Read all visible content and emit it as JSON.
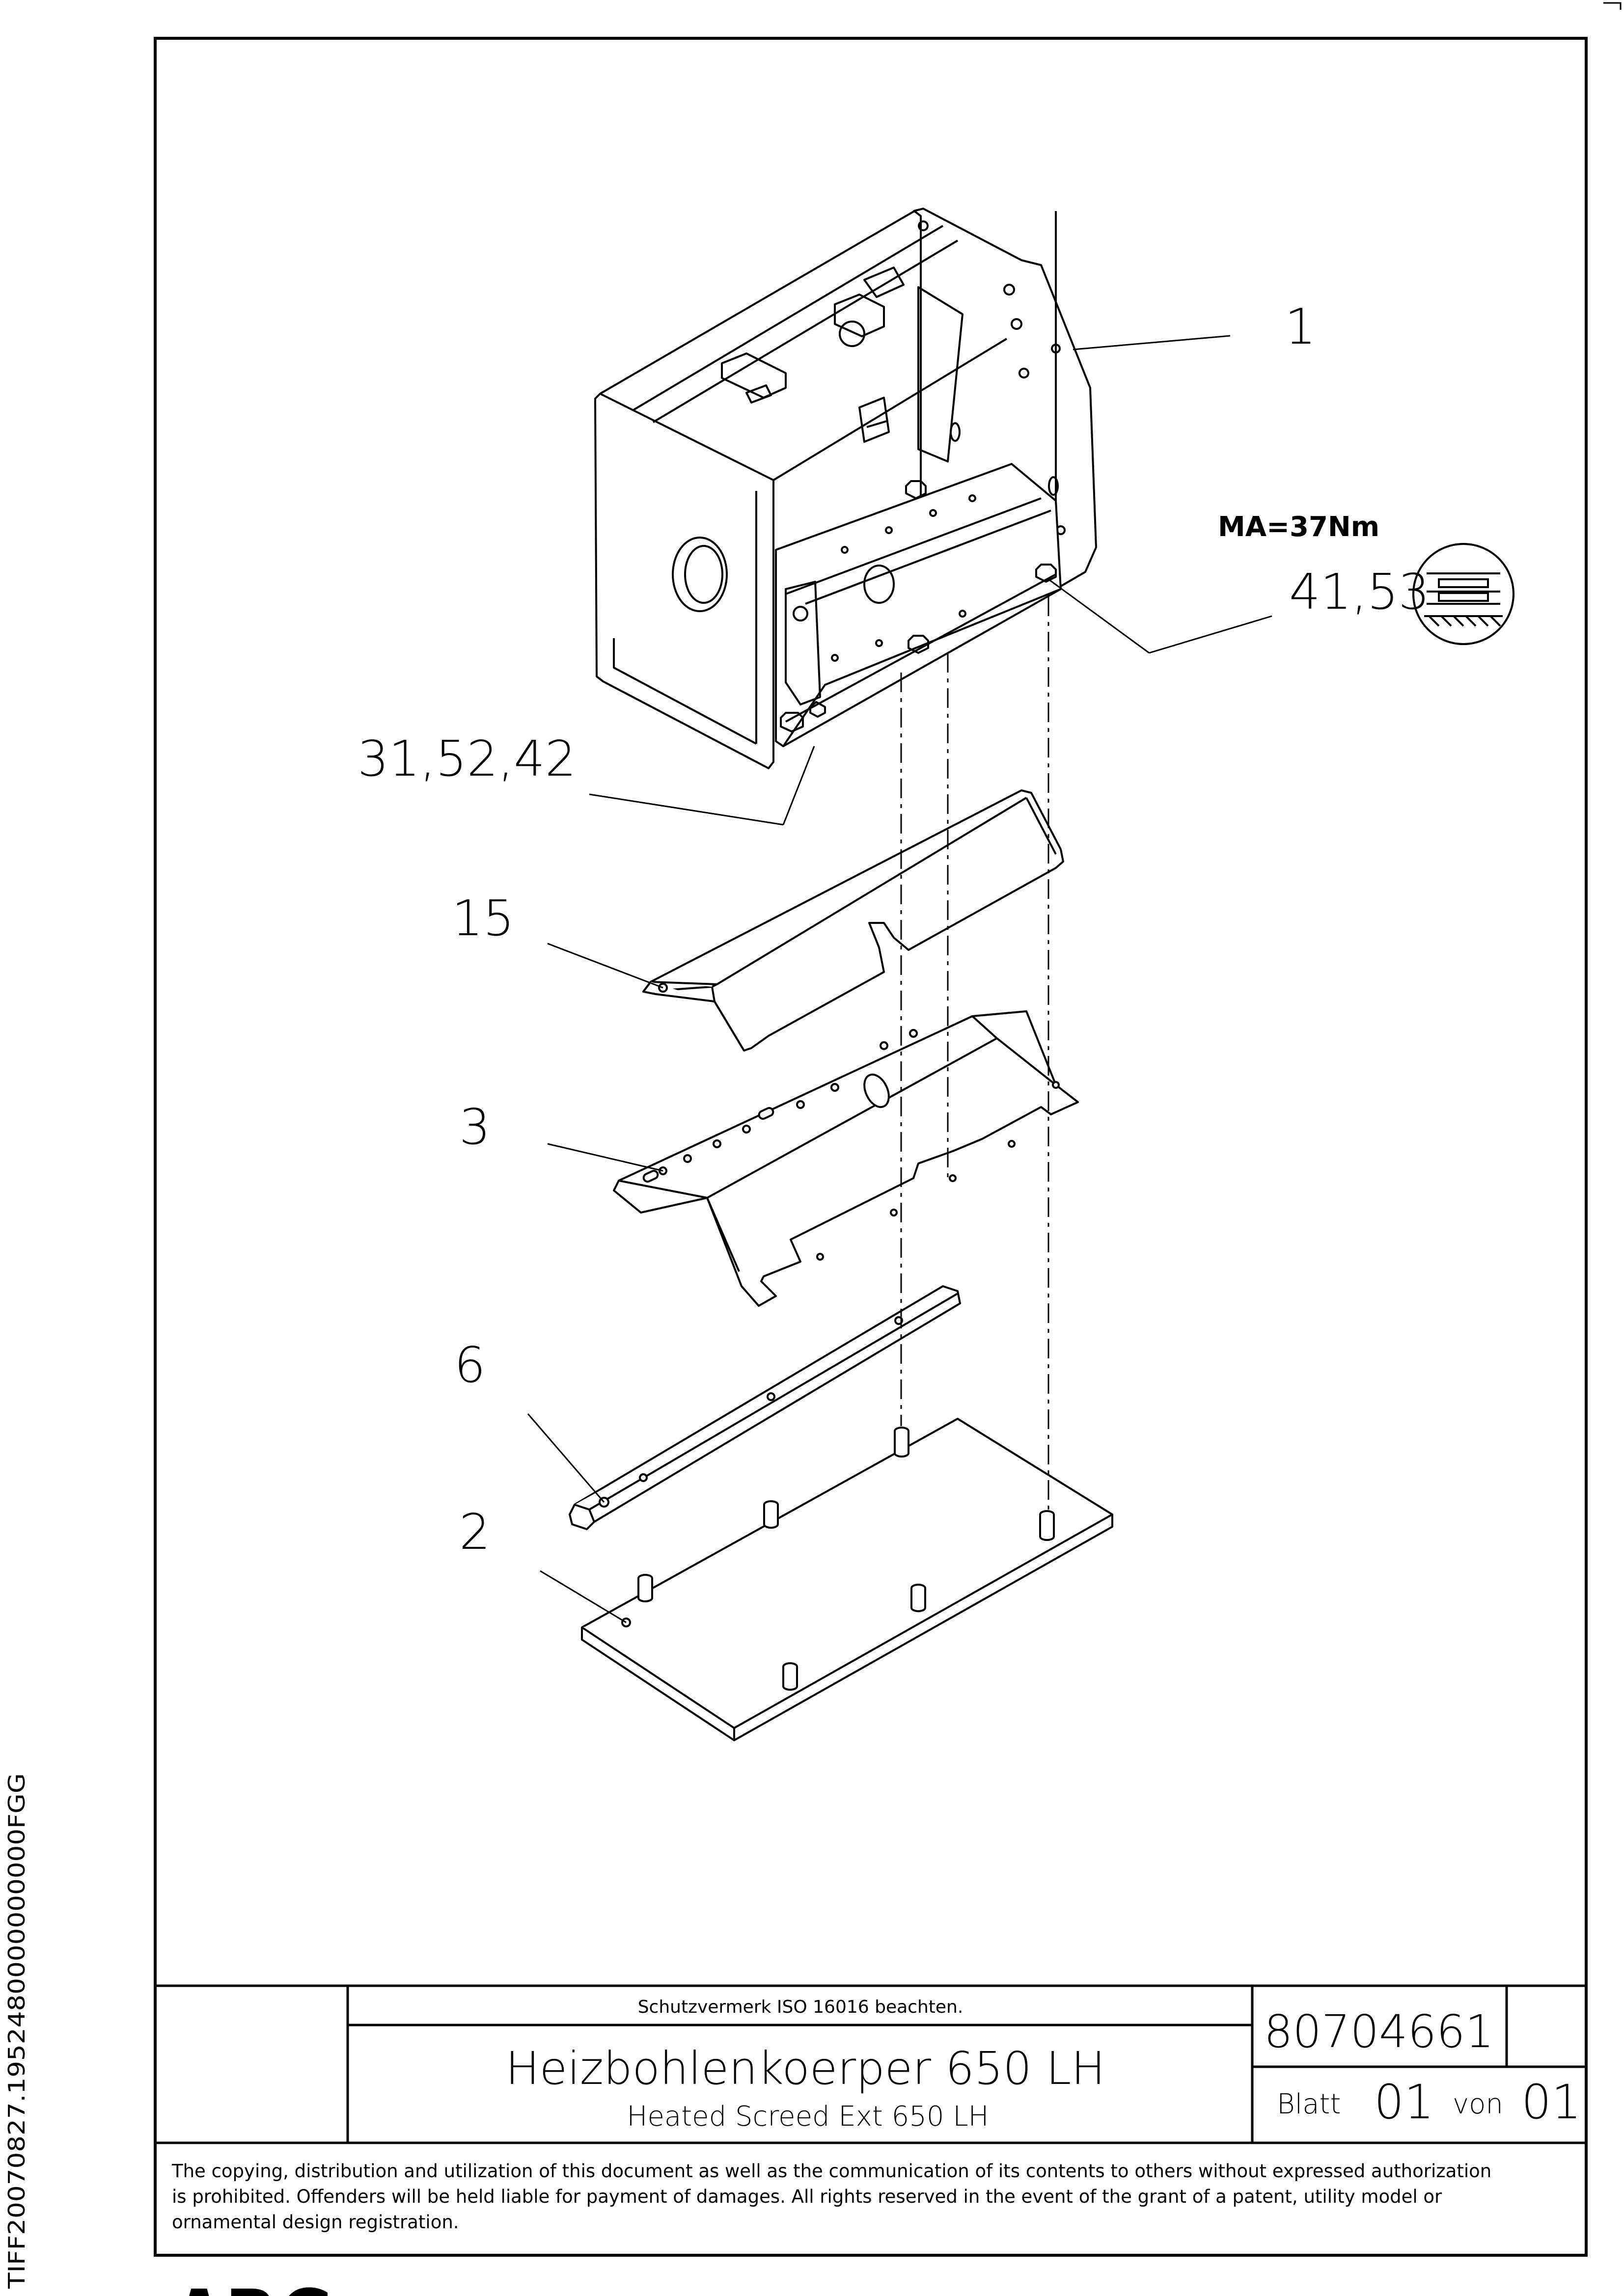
{
  "callouts": {
    "c1": "1",
    "c41": "41,53",
    "c31": "31,52,42",
    "c15": "15",
    "c3": "3",
    "c6": "6",
    "c2": "2"
  },
  "torque": "MA=37Nm",
  "title_block": {
    "logo": "ABG",
    "protection_note": "Schutzvermerk ISO 16016 beachten.",
    "title_de": "Heizbohlenkoerper 650 LH",
    "title_en": "Heated Screed Ext 650 LH",
    "drawing_number": "80704661",
    "sheet_label": "Blatt",
    "sheet_number": "01",
    "of_label": "von",
    "sheet_total": "01"
  },
  "footer_note": [
    "The copying, distribution and utilization of this document as well as the communication of its contents to others without expressed authorization",
    "is prohibited. Offenders will be held liable for payment of damages. All rights reserved in the event of the grant of a patent, utility model or",
    "ornamental design registration."
  ],
  "side_id": "TIFF20070827.1952480000000000FGG"
}
